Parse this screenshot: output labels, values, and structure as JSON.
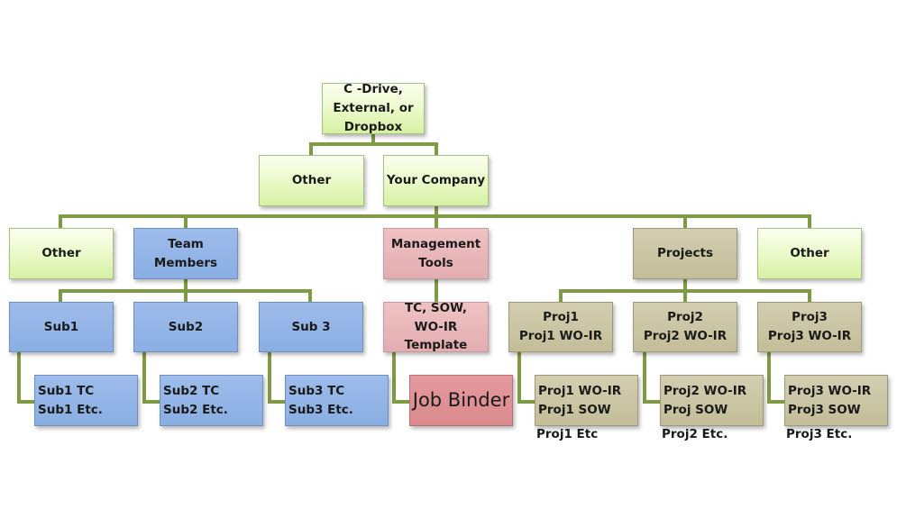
{
  "nodes": {
    "root": [
      "C -Drive,",
      "External, or",
      "Dropbox"
    ],
    "other_top": [
      "Other"
    ],
    "your_company": [
      "Your Company"
    ],
    "other_left": [
      "Other"
    ],
    "team_members": [
      "Team",
      "Members"
    ],
    "management_tools": [
      "Management",
      "Tools"
    ],
    "projects": [
      "Projects"
    ],
    "other_right": [
      "Other"
    ],
    "sub1": [
      "Sub1"
    ],
    "sub2": [
      "Sub2"
    ],
    "sub3": [
      "Sub 3"
    ],
    "tc_sow": [
      "TC, SOW,",
      "WO-IR Template"
    ],
    "proj1": [
      "Proj1",
      "Proj1 WO-IR"
    ],
    "proj2": [
      "Proj2",
      "Proj2 WO-IR"
    ],
    "proj3": [
      "Proj3",
      "Proj3 WO-IR"
    ],
    "sub1_child": [
      "Sub1 TC",
      "Sub1 Etc."
    ],
    "sub2_child": [
      "Sub2 TC",
      "Sub2 Etc."
    ],
    "sub3_child": [
      "Sub3 TC",
      "Sub3 Etc."
    ],
    "job_binder": [
      "Job Binder"
    ],
    "proj1_child": [
      "Proj1 WO-IR",
      "Proj1 SOW"
    ],
    "proj2_child": [
      "Proj2 WO-IR",
      "Proj SOW"
    ],
    "proj3_child": [
      "Proj3 WO-IR",
      "Proj3 SOW"
    ]
  },
  "notes": {
    "proj1_etc": "Proj1 Etc",
    "proj2_etc": "Proj2 Etc.",
    "proj3_etc": "Proj3 Etc."
  },
  "colors": {
    "connector": "#7f9a45",
    "green": "#e4f7bd",
    "blue": "#8eb1e5",
    "pink": "#e6b3b6",
    "tan": "#c9c4a2",
    "rose": "#dc8f92"
  }
}
